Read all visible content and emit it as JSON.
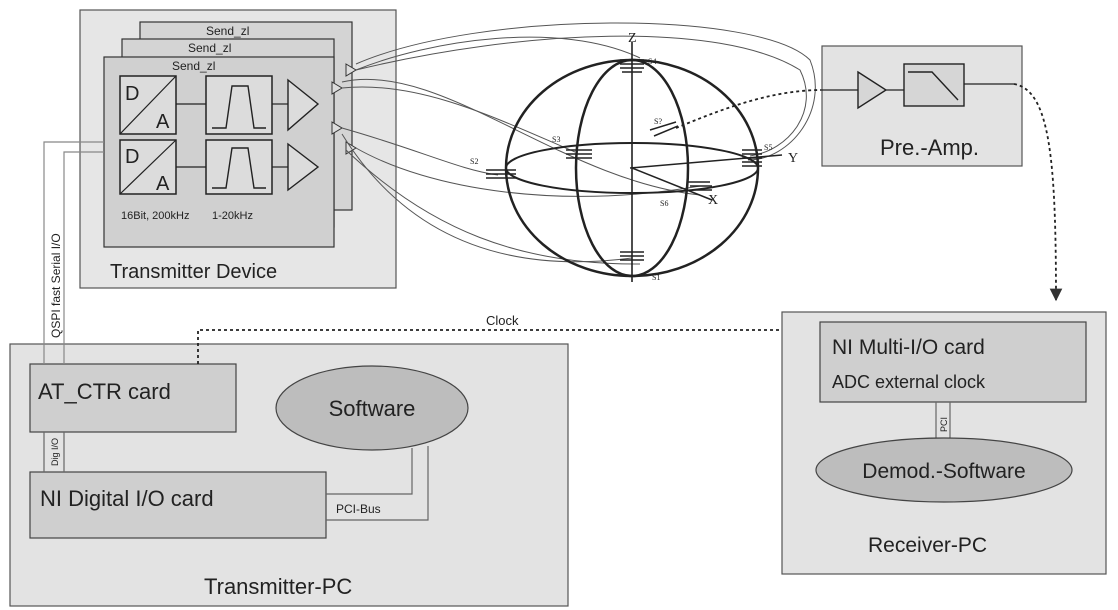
{
  "transmitter_device": {
    "title": "Transmitter Device",
    "send_labels": [
      "Send_zl",
      "Send_zl",
      "Send_zl"
    ],
    "da_top": "D",
    "da_bottom": "A",
    "da_spec": "16Bit, 200kHz",
    "filter_spec": "1-20kHz"
  },
  "link": {
    "qspi_label": "QSPI fast Serial I/O",
    "clock_label": "Clock",
    "dig_io_label": "Dig I/O",
    "pci_bus_label": "PCI-Bus",
    "pci_label": "PCI"
  },
  "transmitter_pc": {
    "title": "Transmitter-PC",
    "at_ctr_card": "AT_CTR card",
    "ni_digital_card": "NI Digital I/O card",
    "software": "Software"
  },
  "preamp": {
    "title": "Pre.-Amp."
  },
  "receiver_pc": {
    "title": "Receiver-PC",
    "card_line1": "NI Multi-I/O card",
    "card_line2": "ADC external clock",
    "software": "Demod.-Software"
  },
  "sphere": {
    "axis_z": "Z",
    "axis_y": "Y",
    "axis_x": "X",
    "coils": [
      "S4",
      "S5",
      "S2",
      "S3",
      "S6",
      "S1",
      "S?"
    ]
  },
  "colors": {
    "box_fill": "#e3e3e3",
    "inner_fill": "#cfcfcf",
    "ellipse_fill": "#bdbdbd",
    "stroke": "#444444"
  }
}
